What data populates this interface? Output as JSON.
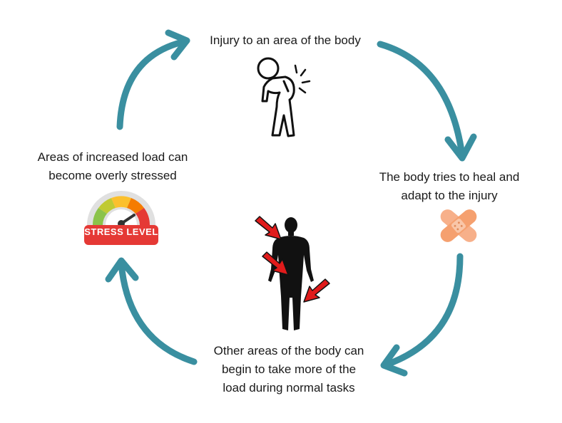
{
  "steps": {
    "injury": {
      "line1": "Injury to an area of the body",
      "icon": "injured-person-back-pain-icon"
    },
    "heal": {
      "line1": "The body tries to heal and",
      "line2": "adapt to the injury",
      "icon": "crossed-bandage-icon"
    },
    "load": {
      "line1": "Other areas of the body can",
      "line2": "begin to take more of the",
      "line3": "load during normal tasks",
      "icon": "body-silhouette-with-red-arrows-icon"
    },
    "stress": {
      "line1": "Areas of increased load can",
      "line2": "become overly stressed",
      "icon": "stress-gauge-icon",
      "gauge_label": "STRESS LEVEL"
    }
  },
  "colors": {
    "cycle_arrow": "#3a8fa0",
    "text": "#1a1a1a",
    "red_arrow": "#e01b1b",
    "bandage": "#f7b08a",
    "gauge_red": "#e53935",
    "gauge_green": "#8bc34a",
    "gauge_yellow": "#fbc02d",
    "gauge_orange": "#f57c00"
  }
}
